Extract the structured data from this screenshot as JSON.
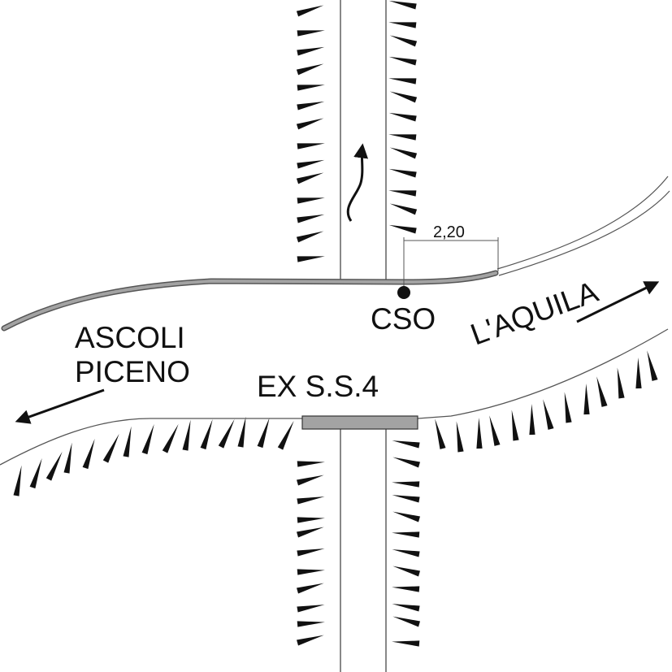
{
  "labels": {
    "left_top": "ASCOLI",
    "left_bottom": "PICENO",
    "right": "L'AQUILA",
    "road_name": "EX S.S.4",
    "point": "CSO",
    "dimension": "2,20"
  },
  "colors": {
    "ink": "#111111",
    "road_edge": "#555555",
    "curb_fill": "#a3a3a3",
    "background": "#ffffff"
  },
  "icons": {
    "direction_left": "arrow-left-down-icon",
    "direction_right": "arrow-right-up-icon",
    "flow": "curved-arrow-up-icon",
    "station": "filled-circle-icon",
    "embankment": "hachure-tick-icon"
  }
}
